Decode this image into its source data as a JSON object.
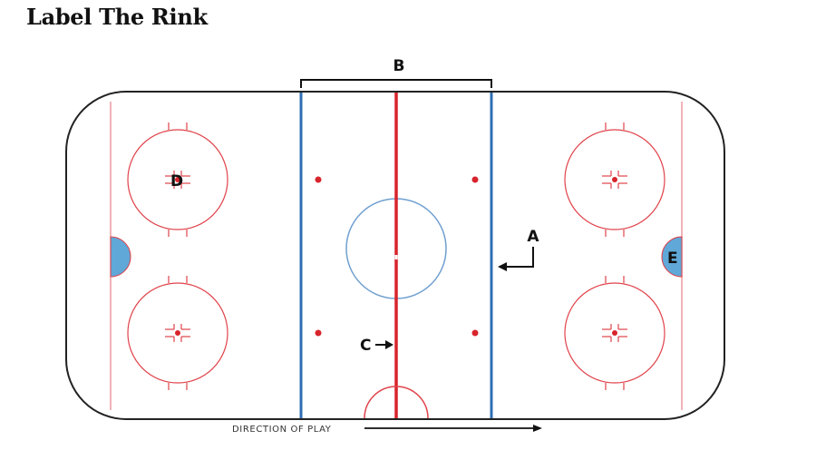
{
  "title": "Label The Rink",
  "labels": {
    "a": "A",
    "b": "B",
    "c": "C",
    "d": "D",
    "e": "E"
  },
  "direction_text": "DIRECTION OF PLAY",
  "colors": {
    "boards": "#222222",
    "red_line": "#d8242c",
    "blue_line": "#2f6fb4",
    "circle_red": "#e0424a",
    "center_circle": "#6f9fd0",
    "goal_line": "#ec9aa0",
    "crease": "#5fa8d8"
  }
}
